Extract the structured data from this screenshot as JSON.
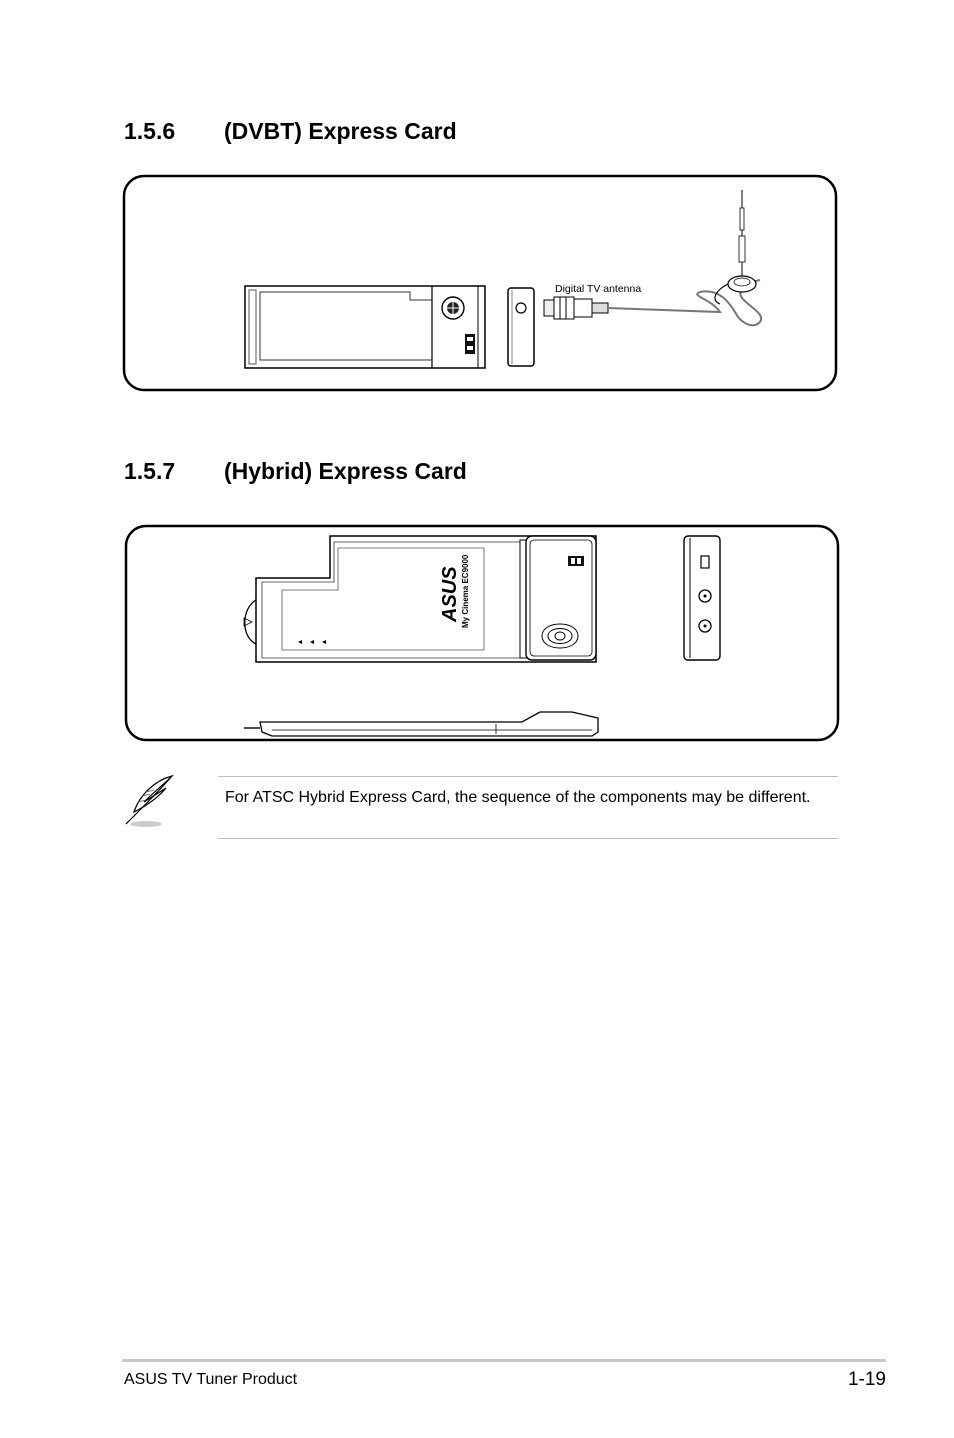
{
  "section_dvbt": {
    "number": "1.5.6",
    "title": "(DVBT) Express Card",
    "antenna_label": "Digital TV antenna"
  },
  "section_hybrid": {
    "number": "1.5.7",
    "title": "(Hybrid) Express Card",
    "card_brand": "ASUS",
    "card_model": "My Cinema EC9000"
  },
  "note": {
    "icon": "feather-pen-icon",
    "text": "For ATSC Hybrid Express Card, the sequence of the components may be different."
  },
  "footer": {
    "product": "ASUS TV Tuner Product",
    "page_number": "1-19"
  }
}
